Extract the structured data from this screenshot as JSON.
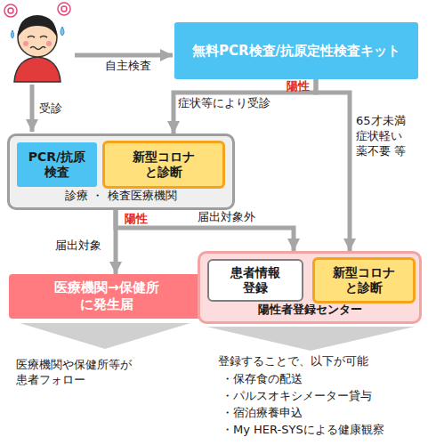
{
  "diagram": {
    "nodes": [
      {
        "text": [
          "無料PCR検査/抗原定性検査キット"
        ]
      },
      {
        "text": [
          "診療 ・ 検査医療機関"
        ]
      },
      {
        "text": [
          "PCR/抗原 検査"
        ],
        "in": 1
      },
      {
        "text": [
          "新型コロナ と診断"
        ],
        "in": 1
      },
      {
        "text": [
          "医療機関→保健所 に発生届"
        ]
      },
      {
        "text": [
          "陽性者登録センター"
        ]
      },
      {
        "text": [
          "患者情報 登録"
        ],
        "in": 5
      },
      {
        "text": [
          "新型コロナ と診断"
        ],
        "in": 5
      }
    ],
    "edges": [
      {
        "from": 0,
        "to": 1,
        "label": "症状等により受診",
        "arrow": "to"
      },
      {
        "from": 0,
        "to": 5,
        "label": "65才未満 症状軽い 薬不要 等",
        "arrow": "to"
      },
      {
        "from": 1,
        "to": 4,
        "label": "届出対象",
        "arrow": "to"
      },
      {
        "from": 1,
        "to": 5,
        "label": "届出対象外",
        "arrow": "to"
      }
    ],
    "labels": [
      "自主検査",
      "受診",
      "陽性",
      "陽性",
      "医療機関や保健所等が 患者フォロー",
      "登録することで、以下が可能",
      "・保存食の配送",
      "・パルスオキシメーター貸与",
      "・宿泊療養申込",
      "・My HER-SYSによる健康観察"
    ]
  }
}
